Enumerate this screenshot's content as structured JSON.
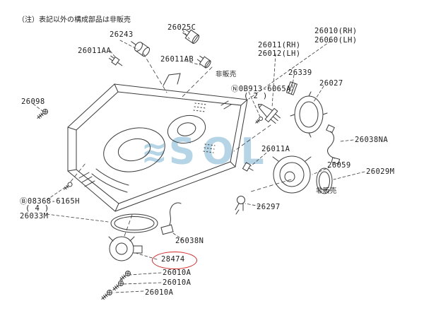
{
  "note": "（注）表記以外の構成部品は非販売",
  "watermark": {
    "wave": "≋",
    "text": "SOL"
  },
  "labels": {
    "p26243": "26243",
    "p26025C": "26025C",
    "p26011AA": "26011AA",
    "p26011AB": "26011AB",
    "p26011RH": "26011(RH)",
    "p26012LH": "26012(LH)",
    "p26339": "26339",
    "p26010RH": "26010(RH)",
    "p26060LH": "26060(LH)",
    "p26027": "26027",
    "not_sold_1": "非販売",
    "bolt_n": "Ⓝ0B913-6065A",
    "bolt_n_qty": "( 2 )",
    "p26098": "26098",
    "p26011A": "26011A",
    "p26038NA": "26038NA",
    "p26059": "26059",
    "p26029M": "26029M",
    "not_sold_2": "非販売",
    "bolt_b": "Ⓑ08368-6165H",
    "bolt_b_qty": "( 4 )",
    "p26033M": "26033M",
    "p26297": "26297",
    "p26038N": "26038N",
    "p28474": "28474",
    "p26010A_1": "26010A",
    "p26010A_2": "26010A",
    "p26010A_3": "26010A"
  },
  "colors": {
    "line": "#3a3a3a",
    "watermark": "#78b2d4",
    "highlight": "#cf2a2a"
  }
}
